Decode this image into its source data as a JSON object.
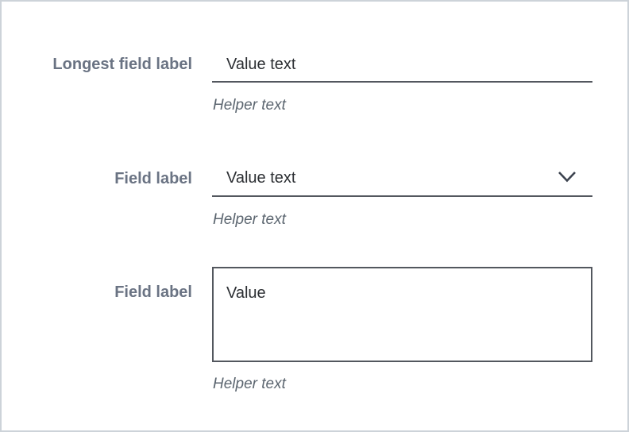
{
  "page": {
    "background": "#ffffff",
    "border_color": "#cdd3d9"
  },
  "colors": {
    "label": "#6a7383",
    "value": "#2c2f33",
    "helper": "#5c6670",
    "underline": "#53575e",
    "textarea_border": "#53575e",
    "chevron": "#3c434f"
  },
  "icons": {
    "select_chevron": "chevron-down-icon"
  },
  "fields": [
    {
      "type": "text",
      "label": "Longest field label",
      "value": "Value text",
      "helper": "Helper text"
    },
    {
      "type": "select",
      "label": "Field label",
      "value": "Value text",
      "helper": "Helper text"
    },
    {
      "type": "textarea",
      "label": "Field label",
      "value": "Value",
      "helper": "Helper text"
    }
  ]
}
